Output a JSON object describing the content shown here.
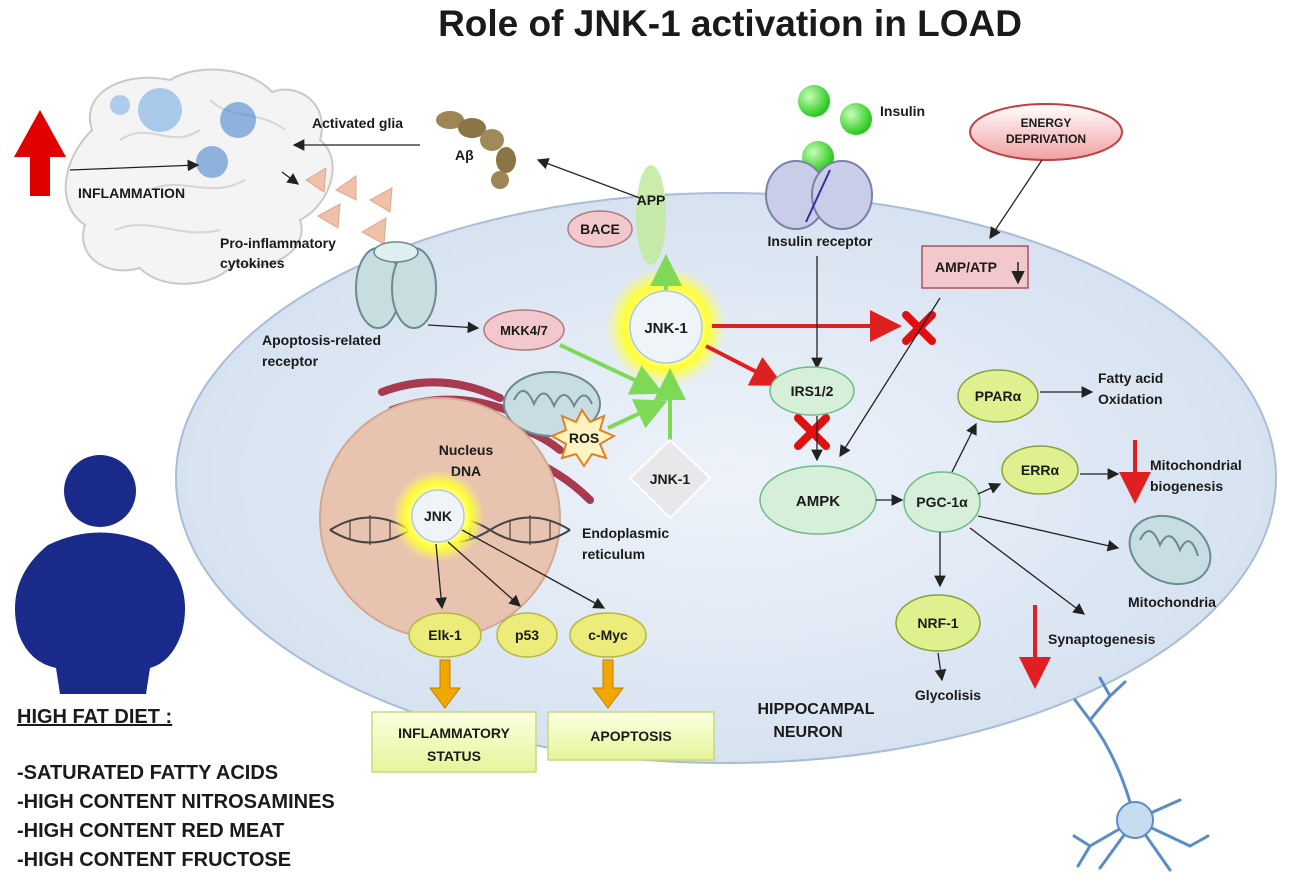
{
  "title": "Role of JNK-1 activation in LOAD",
  "labels": {
    "activated_glia": "Activated glia",
    "abeta": "Aβ",
    "inflammation": "INFLAMMATION",
    "pro_inflammatory_1": "Pro-inflammatory",
    "pro_inflammatory_2": "cytokines",
    "apoptosis_receptor_1": "Apoptosis-related",
    "apoptosis_receptor_2": "receptor",
    "bace": "BACE",
    "app": "APP",
    "insulin": "Insulin",
    "insulin_receptor": "Insulin receptor",
    "energy_deprivation_1": "ENERGY",
    "energy_deprivation_2": "DEPRIVATION",
    "amp_atp": "AMP/ATP",
    "mkk47": "MKK4/7",
    "jnk1_main": "JNK-1",
    "irs12": "IRS1/2",
    "ros": "ROS",
    "jnk1_secondary": "JNK-1",
    "nucleus": "Nucleus",
    "dna": "DNA",
    "jnk": "JNK",
    "er_1": "Endoplasmic",
    "er_2": "reticulum",
    "ampk": "AMPK",
    "pgc1a": "PGC-1α",
    "ppara": "PPARα",
    "erra": "ERRα",
    "nrf1": "NRF-1",
    "fatty_acid_1": "Fatty acid",
    "fatty_acid_2": "Oxidation",
    "mito_bio_1": "Mitochondrial",
    "mito_bio_2": "biogenesis",
    "mitochondria": "Mitochondria",
    "synaptogenesis": "Synaptogenesis",
    "glycolisis": "Glycolisis",
    "elk1": "Elk-1",
    "p53": "p53",
    "cmyc": "c-Myc",
    "inflammatory_status_1": "INFLAMMATORY",
    "inflammatory_status_2": "STATUS",
    "apoptosis": "APOPTOSIS",
    "hippocampal_1": "HIPPOCAMPAL",
    "hippocampal_2": "NEURON"
  },
  "diet": {
    "heading": "HIGH FAT DIET :",
    "items": [
      "-SATURATED FATTY ACIDS",
      "-HIGH CONTENT NITROSAMINES",
      "-HIGH CONTENT RED MEAT",
      "-HIGH CONTENT FRUCTOSE"
    ]
  },
  "colors": {
    "cell_fill": "#dde7f4",
    "cell_stroke": "#9fb5d0",
    "nucleus_fill": "#e8c4b0",
    "green_node": "#d6efd9",
    "green_stroke": "#6fb98a",
    "pink_node": "#f3c8cc",
    "yellow_node": "#ecec7a",
    "olive_node": "#dff08e",
    "red_arrow": "#e02020",
    "green_arrow": "#7ed957",
    "orange_arrow": "#f0a800",
    "glow": "#ffff00",
    "figure_blue": "#1a2a8a"
  }
}
